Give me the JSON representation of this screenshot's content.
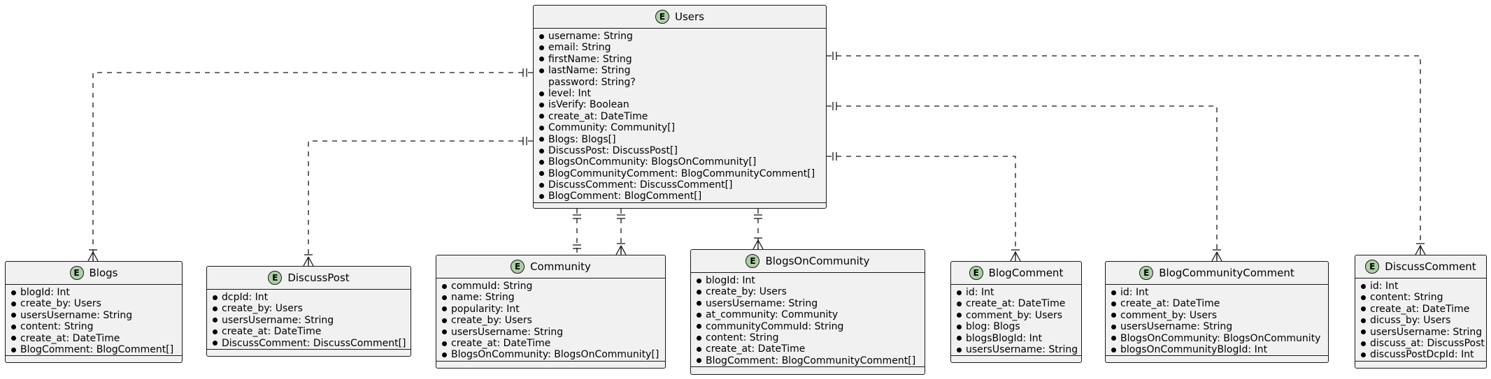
{
  "entities": {
    "users": {
      "badge": "E",
      "name": "Users",
      "fields": [
        {
          "text": "username: String",
          "mandatory": true
        },
        {
          "text": "email: String",
          "mandatory": true
        },
        {
          "text": "firstName: String",
          "mandatory": true
        },
        {
          "text": "lastName: String",
          "mandatory": true
        },
        {
          "text": "password: String?",
          "mandatory": false
        },
        {
          "text": "level: Int",
          "mandatory": true
        },
        {
          "text": "isVerify: Boolean",
          "mandatory": true
        },
        {
          "text": "create_at: DateTime",
          "mandatory": true
        },
        {
          "text": "Community: Community[]",
          "mandatory": true
        },
        {
          "text": "Blogs: Blogs[]",
          "mandatory": true
        },
        {
          "text": "DiscussPost: DiscussPost[]",
          "mandatory": true
        },
        {
          "text": "BlogsOnCommunity: BlogsOnCommunity[]",
          "mandatory": true
        },
        {
          "text": "BlogCommunityComment: BlogCommunityComment[]",
          "mandatory": true
        },
        {
          "text": "DiscussComment: DiscussComment[]",
          "mandatory": true
        },
        {
          "text": "BlogComment: BlogComment[]",
          "mandatory": true
        }
      ]
    },
    "blogs": {
      "badge": "E",
      "name": "Blogs",
      "fields": [
        {
          "text": "blogId: Int",
          "mandatory": true
        },
        {
          "text": "create_by: Users",
          "mandatory": true
        },
        {
          "text": "usersUsername: String",
          "mandatory": true
        },
        {
          "text": "content: String",
          "mandatory": true
        },
        {
          "text": "create_at: DateTime",
          "mandatory": true
        },
        {
          "text": "BlogComment: BlogComment[]",
          "mandatory": true
        }
      ]
    },
    "discusspost": {
      "badge": "E",
      "name": "DiscussPost",
      "fields": [
        {
          "text": "dcpId: Int",
          "mandatory": true
        },
        {
          "text": "create_by: Users",
          "mandatory": true
        },
        {
          "text": "usersUsername: String",
          "mandatory": true
        },
        {
          "text": "create_at: DateTime",
          "mandatory": true
        },
        {
          "text": "DiscussComment: DiscussComment[]",
          "mandatory": true
        }
      ]
    },
    "community": {
      "badge": "E",
      "name": "Community",
      "fields": [
        {
          "text": "commuId: String",
          "mandatory": true
        },
        {
          "text": "name: String",
          "mandatory": true
        },
        {
          "text": "popularity: Int",
          "mandatory": true
        },
        {
          "text": "create_by: Users",
          "mandatory": true
        },
        {
          "text": "usersUsername: String",
          "mandatory": true
        },
        {
          "text": "create_at: DateTime",
          "mandatory": true
        },
        {
          "text": "BlogsOnCommunity: BlogsOnCommunity[]",
          "mandatory": true
        }
      ]
    },
    "blogsoncommunity": {
      "badge": "E",
      "name": "BlogsOnCommunity",
      "fields": [
        {
          "text": "blogId: Int",
          "mandatory": true
        },
        {
          "text": "create_by: Users",
          "mandatory": true
        },
        {
          "text": "usersUsername: String",
          "mandatory": true
        },
        {
          "text": "at_community: Community",
          "mandatory": true
        },
        {
          "text": "communityCommuId: String",
          "mandatory": true
        },
        {
          "text": "content: String",
          "mandatory": true
        },
        {
          "text": "create_at: DateTime",
          "mandatory": true
        },
        {
          "text": "BlogComment: BlogCommunityComment[]",
          "mandatory": true
        }
      ]
    },
    "blogcomment": {
      "badge": "E",
      "name": "BlogComment",
      "fields": [
        {
          "text": "id: Int",
          "mandatory": true
        },
        {
          "text": "create_at: DateTime",
          "mandatory": true
        },
        {
          "text": "comment_by: Users",
          "mandatory": true
        },
        {
          "text": "blog: Blogs",
          "mandatory": true
        },
        {
          "text": "blogsBlogId: Int",
          "mandatory": true
        },
        {
          "text": "usersUsername: String",
          "mandatory": true
        }
      ]
    },
    "blogcommunitycomment": {
      "badge": "E",
      "name": "BlogCommunityComment",
      "fields": [
        {
          "text": "id: Int",
          "mandatory": true
        },
        {
          "text": "create_at: DateTime",
          "mandatory": true
        },
        {
          "text": "comment_by: Users",
          "mandatory": true
        },
        {
          "text": "usersUsername: String",
          "mandatory": true
        },
        {
          "text": "BlogsOnCommunity: BlogsOnCommunity",
          "mandatory": true
        },
        {
          "text": "blogsOnCommunityBlogId: Int",
          "mandatory": true
        }
      ]
    },
    "discusscomment": {
      "badge": "E",
      "name": "DiscussComment",
      "fields": [
        {
          "text": "id: Int",
          "mandatory": true
        },
        {
          "text": "content: String",
          "mandatory": true
        },
        {
          "text": "create_at: DateTime",
          "mandatory": true
        },
        {
          "text": "dicuss_by: Users",
          "mandatory": true
        },
        {
          "text": "usersUsername: String",
          "mandatory": true
        },
        {
          "text": "discuss_at: DiscussPost",
          "mandatory": true
        },
        {
          "text": "discussPostDcpId: Int",
          "mandatory": true
        }
      ]
    }
  },
  "relationships": [
    {
      "from": "users",
      "to": "blogs",
      "from_cardinality": "exactly-one",
      "to_cardinality": "one-or-many"
    },
    {
      "from": "users",
      "to": "discusspost",
      "from_cardinality": "exactly-one",
      "to_cardinality": "one-or-many"
    },
    {
      "from": "users",
      "to": "community",
      "from_cardinality": "exactly-one",
      "to_cardinality": "exactly-one"
    },
    {
      "from": "users",
      "to": "community",
      "from_cardinality": "exactly-one",
      "to_cardinality": "one-or-many"
    },
    {
      "from": "users",
      "to": "blogsoncommunity",
      "from_cardinality": "exactly-one",
      "to_cardinality": "one-or-many"
    },
    {
      "from": "users",
      "to": "blogcomment",
      "from_cardinality": "exactly-one",
      "to_cardinality": "one-or-many"
    },
    {
      "from": "users",
      "to": "blogcommunitycomment",
      "from_cardinality": "exactly-one",
      "to_cardinality": "one-or-many"
    },
    {
      "from": "users",
      "to": "discusscomment",
      "from_cardinality": "exactly-one",
      "to_cardinality": "one-or-many"
    }
  ]
}
